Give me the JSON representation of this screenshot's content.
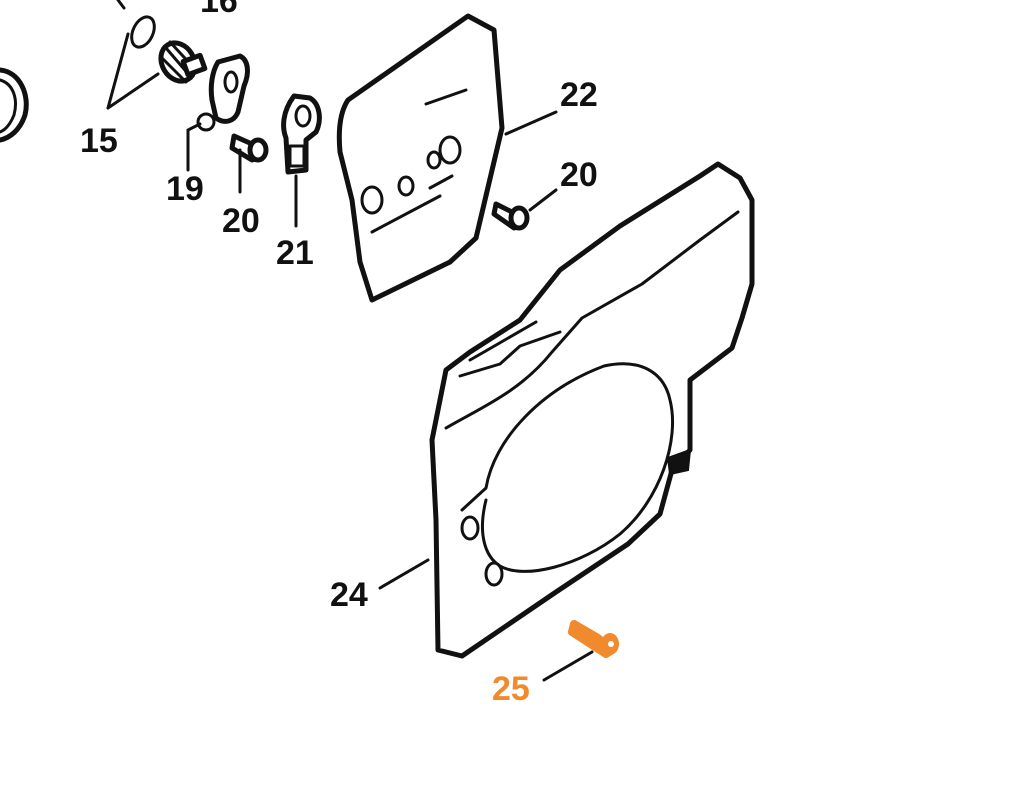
{
  "diagram": {
    "highlight_color": "#f08a2c",
    "line_color": "#111111",
    "callouts": {
      "c15": "15",
      "c16": "16",
      "c19": "19",
      "c20a": "20",
      "c20b": "20",
      "c21": "21",
      "c22": "22",
      "c24": "24",
      "c25": "25"
    },
    "highlighted_part": "25"
  }
}
